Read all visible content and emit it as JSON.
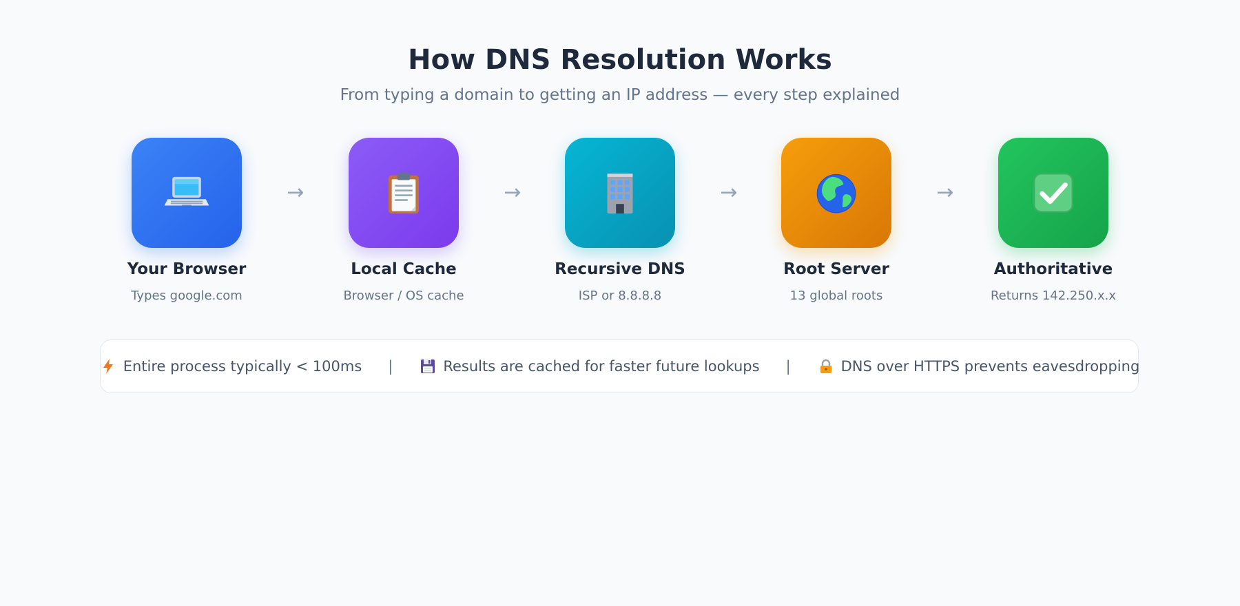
{
  "header": {
    "title": "How DNS Resolution Works",
    "subtitle": "From typing a domain to getting an IP address — every step explained"
  },
  "steps": [
    {
      "name": "Your Browser",
      "desc": "Types google.com",
      "icon": "laptop-icon",
      "color_start": "#3b82f6",
      "color_end": "#2563eb"
    },
    {
      "name": "Local Cache",
      "desc": "Browser / OS cache",
      "icon": "clipboard-icon",
      "color_start": "#8b5cf6",
      "color_end": "#7c3aed"
    },
    {
      "name": "Recursive DNS",
      "desc": "ISP or 8.8.8.8",
      "icon": "office-building-icon",
      "color_start": "#06b6d4",
      "color_end": "#0891b2"
    },
    {
      "name": "Root Server",
      "desc": "13 global roots",
      "icon": "globe-icon",
      "color_start": "#f59e0b",
      "color_end": "#d97706"
    },
    {
      "name": "Authoritative",
      "desc": "Returns 142.250.x.x",
      "icon": "check-mark-icon",
      "color_start": "#22c55e",
      "color_end": "#16a34a"
    }
  ],
  "arrow_glyph": "→",
  "facts": [
    {
      "icon": "lightning-icon",
      "text": "Entire process typically < 100ms"
    },
    {
      "icon": "floppy-disk-icon",
      "text": "Results are cached for faster future lookups"
    },
    {
      "icon": "lock-icon",
      "text": "DNS over HTTPS prevents eavesdropping"
    }
  ],
  "fact_separator": "|"
}
